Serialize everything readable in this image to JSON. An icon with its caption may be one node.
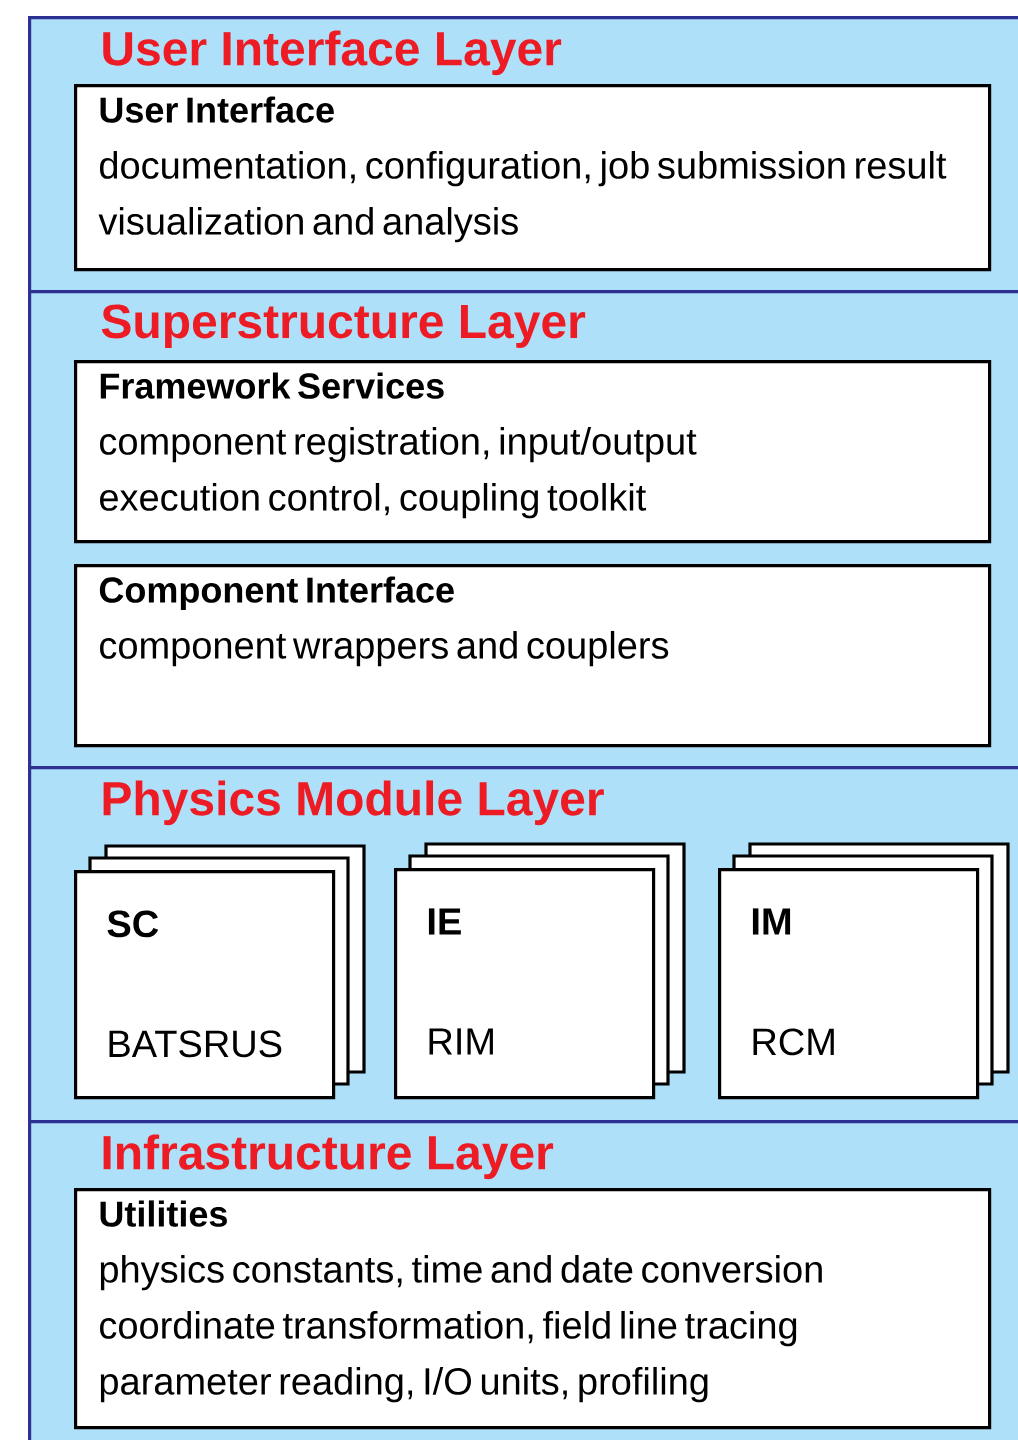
{
  "diagram": {
    "nodes": [
      {
        "text": [
          "User Interface Layer"
        ]
      },
      {
        "text": [
          "User Interface",
          "documentation, configuration, job submission result visualization and analysis"
        ],
        "in": 0
      },
      {
        "text": [
          "Superstructure Layer"
        ]
      },
      {
        "text": [
          "Framework Services",
          "component registration, input/output execution control, coupling toolkit"
        ],
        "in": 2
      },
      {
        "text": [
          "Component Interface",
          "component wrappers and couplers"
        ],
        "in": 2
      },
      {
        "text": [
          "Physics Module Layer"
        ]
      },
      {
        "text": [
          "SC",
          "BATSRUS"
        ],
        "in": 5
      },
      {
        "text": [
          "IE",
          "RIM"
        ],
        "in": 5
      },
      {
        "text": [
          "IM",
          "RCM"
        ],
        "in": 5
      },
      {
        "text": [
          "Infrastructure Layer"
        ]
      },
      {
        "text": [
          "Utilities",
          "physics constants, time and date conversion coordinate transformation, field line tracing parameter reading, I/O units, profiling"
        ],
        "in": 9
      }
    ]
  }
}
